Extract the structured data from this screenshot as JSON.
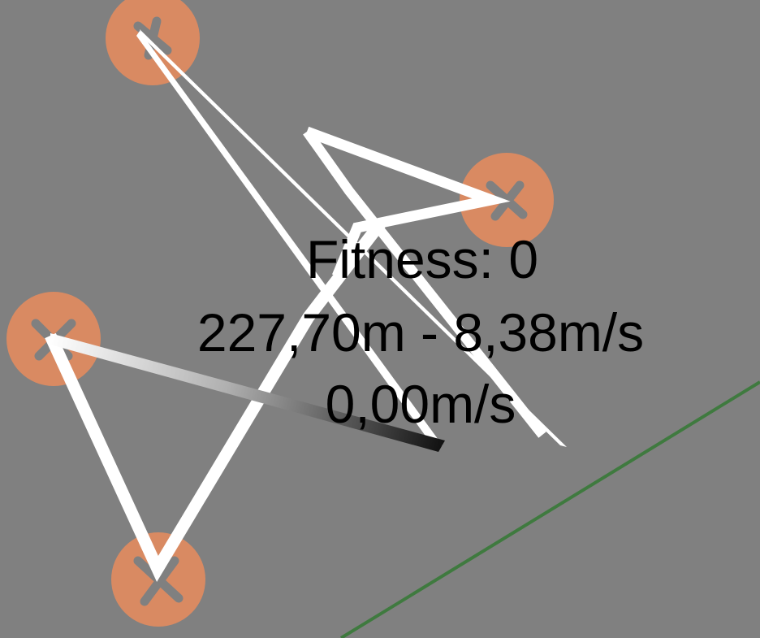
{
  "hud": {
    "fitness_line": "Fitness: 0",
    "distance_speed_line": "227,70m - 8,38m/s",
    "current_speed_line": "0,00m/s"
  },
  "colors": {
    "background": "#808080",
    "node_fill": "#d98a62",
    "node_cross": "#808080",
    "muscle": "#ffffff",
    "ground": "#3f7a3f",
    "hud_text": "#000000"
  },
  "icons": {
    "node": "orange-circle-with-cross",
    "muscle": "white-line"
  }
}
